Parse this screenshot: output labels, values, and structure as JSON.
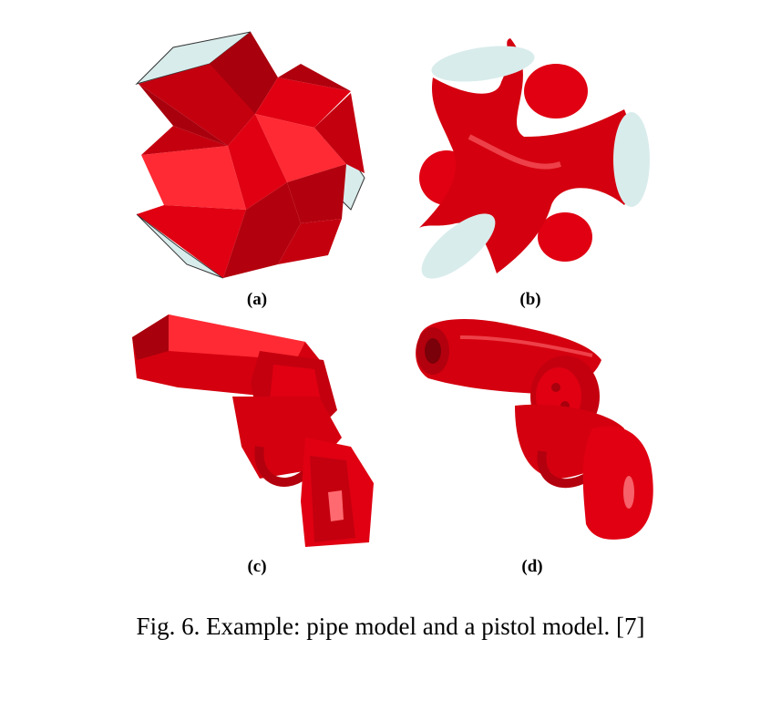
{
  "figure": {
    "caption": "Fig. 6. Example: pipe model and a pistol model. [7]",
    "panels": [
      {
        "label": "(a)",
        "subject": "faceted-pipe-model"
      },
      {
        "label": "(b)",
        "subject": "smooth-pipe-model"
      },
      {
        "label": "(c)",
        "subject": "faceted-pistol-model"
      },
      {
        "label": "(d)",
        "subject": "smooth-pistol-model"
      }
    ],
    "colors": {
      "model_red": "#e00012",
      "model_dark_red": "#a8000d",
      "model_light_red": "#ff2a33",
      "cut_face": "#d9ecec"
    }
  }
}
